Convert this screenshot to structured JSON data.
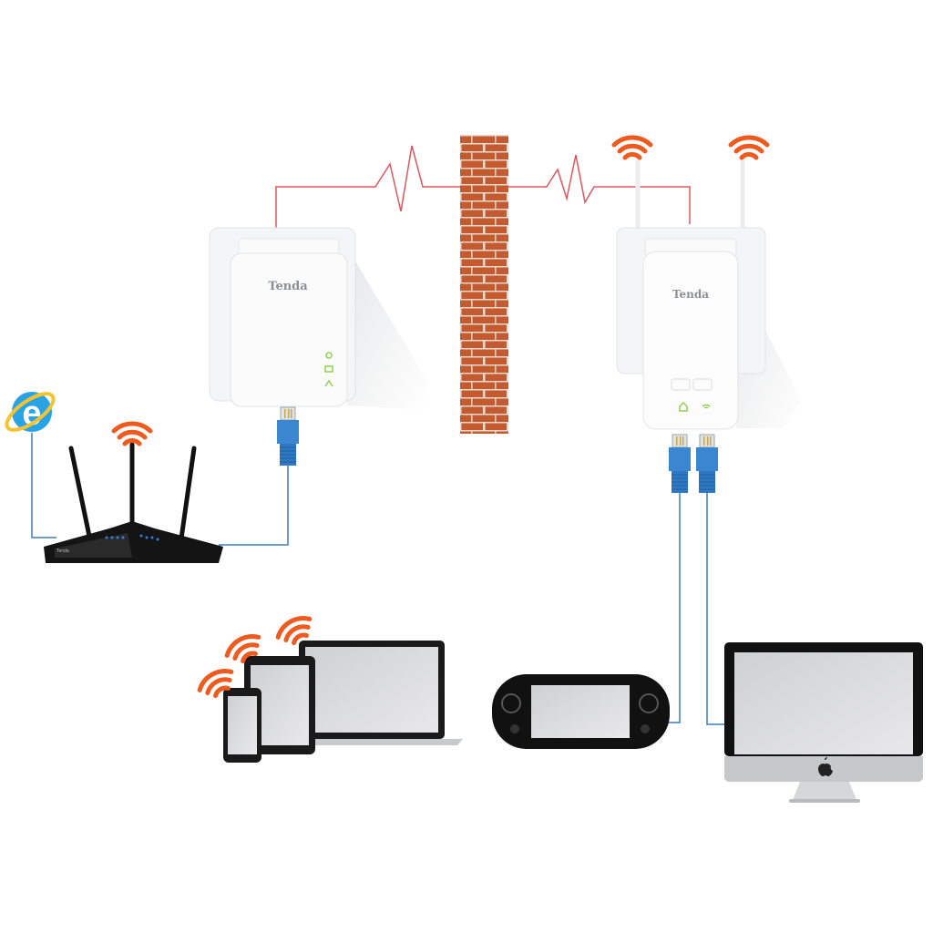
{
  "diagram": {
    "left_adapter": {
      "brand": "Tenda"
    },
    "right_adapter": {
      "brand": "Tenda"
    },
    "router": {
      "brand": "Tenda"
    },
    "imac_logo": "apple-logo",
    "browser_logo": "internet-explorer-logo"
  },
  "colors": {
    "powerline": "#e0565e",
    "ethernet": "#3f7fb5",
    "wifi": "#ef5a1f",
    "brick": "#c45a30",
    "led": "#8fd14f"
  }
}
